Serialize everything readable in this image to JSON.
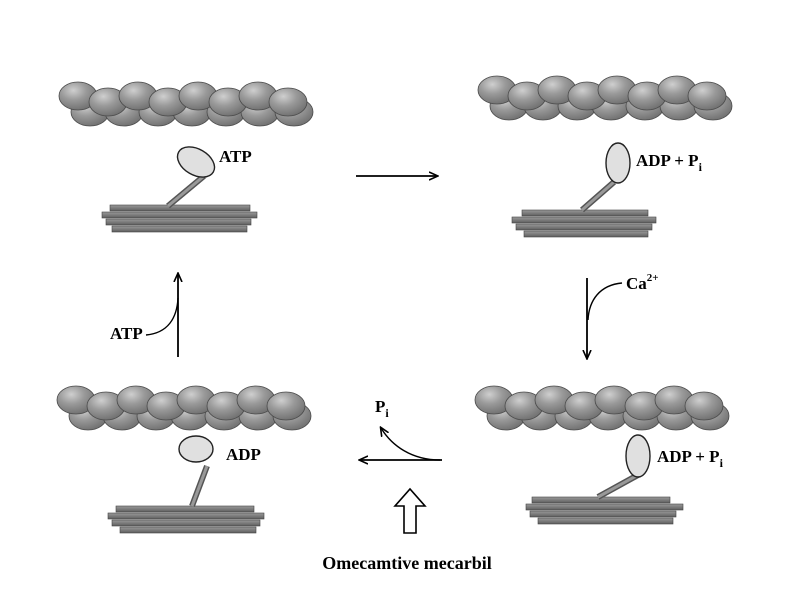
{
  "states": [
    {
      "id": "top-left",
      "label": "ATP",
      "subscript": ""
    },
    {
      "id": "top-right",
      "label": "ADP + P",
      "subscript": "i"
    },
    {
      "id": "bottom-right",
      "label": "ADP + P",
      "subscript": "i"
    },
    {
      "id": "bottom-left",
      "label": "ADP",
      "subscript": ""
    }
  ],
  "transitions": {
    "calcium": {
      "base": "Ca",
      "superscript": "2+"
    },
    "atp_in": {
      "label": "ATP"
    },
    "pi_release": {
      "base": "P",
      "subscript": "i"
    }
  },
  "drug": {
    "label": "Omecamtive mecarbil"
  },
  "colors": {
    "actin_fill": "#909090",
    "actin_highlight": "#c2c2c2",
    "myosin_head": "#e0e0e0",
    "filament": "#777777",
    "line": "#000000"
  }
}
